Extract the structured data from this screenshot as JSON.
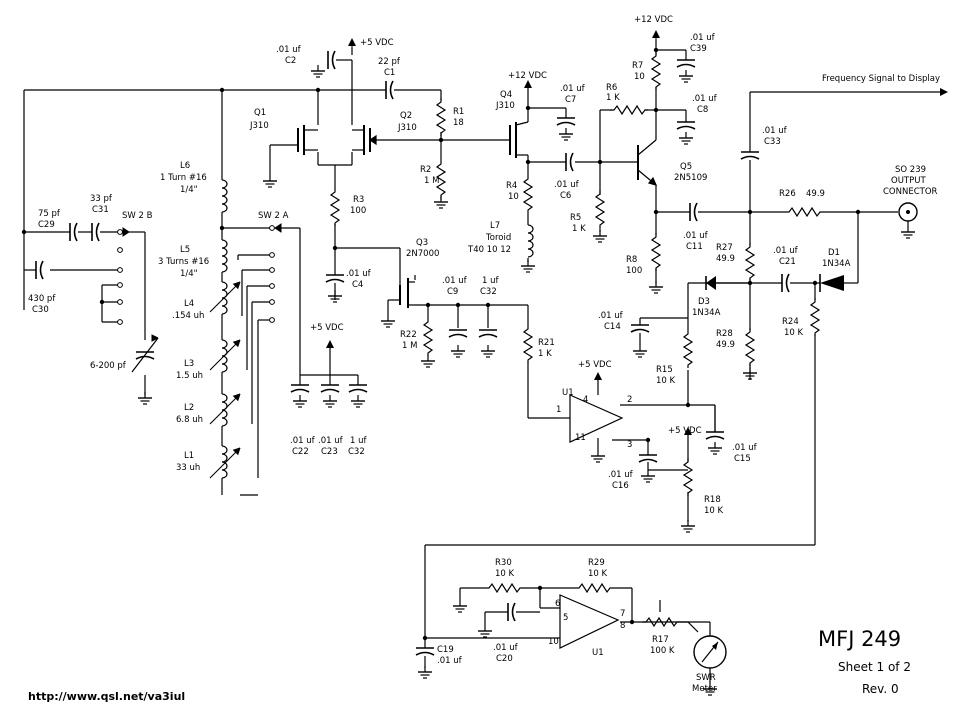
{
  "supplies": {
    "p5_top": "+5 VDC",
    "p12_q4": "+12 VDC",
    "p12_top": "+12 VDC",
    "p5_lower": "+5 VDC",
    "p5_u1": "+5 VDC",
    "p5_r16": "+5 VDC"
  },
  "output": {
    "signal": "Frequency Signal to Display",
    "conn1": "SO 239",
    "conn2": "OUTPUT",
    "conn3": "CONNECTOR"
  },
  "caps": {
    "c2": {
      "v": ".01 uf",
      "r": "C2"
    },
    "c1": {
      "v": "22 pf",
      "r": "C1"
    },
    "c7": {
      "v": ".01 uf",
      "r": "C7"
    },
    "c39": {
      "v": ".01 uf",
      "r": "C39"
    },
    "c8": {
      "v": ".01 uf",
      "r": "C8"
    },
    "c6": {
      "v": ".01 uf",
      "r": "C6"
    },
    "c33": {
      "v": ".01 uf",
      "r": "C33"
    },
    "c11": {
      "v": ".01 uf",
      "r": "C11"
    },
    "c21": {
      "v": ".01 uf",
      "r": "C21"
    },
    "c14": {
      "v": ".01 uf",
      "r": "C14"
    },
    "c4": {
      "v": ".01 uf",
      "r": "C4"
    },
    "c9": {
      "v": ".01 uf",
      "r": "C9"
    },
    "c32b": {
      "v": "1 uf",
      "r": "C32"
    },
    "c29": {
      "v": "75 pf",
      "r": "C29"
    },
    "c31": {
      "v": "33 pf",
      "r": "C31"
    },
    "c30": {
      "v": "430 pf",
      "r": "C30"
    },
    "var": {
      "v": "6-200 pf"
    },
    "c22": {
      "v": ".01 uf",
      "r": "C22"
    },
    "c23": {
      "v": ".01 uf",
      "r": "C23"
    },
    "c32": {
      "v": "1 uf",
      "r": "C32"
    },
    "c16": {
      "v": ".01 uf",
      "r": "C16"
    },
    "c15": {
      "v": ".01 uf",
      "r": "C15"
    },
    "c19": {
      "v": ".01 uf",
      "r": "C19"
    },
    "c20": {
      "v": ".01 uf",
      "r": "C20"
    }
  },
  "res": {
    "r1": {
      "r": "R1",
      "v": "18"
    },
    "r2": {
      "r": "R2",
      "v": "1 M"
    },
    "r3": {
      "r": "R3",
      "v": "100"
    },
    "r7": {
      "r": "R7",
      "v": "10"
    },
    "r6": {
      "r": "R6",
      "v": "1 K"
    },
    "r4": {
      "r": "R4",
      "v": "10"
    },
    "r5": {
      "r": "R5",
      "v": "1 K"
    },
    "r8": {
      "r": "R8",
      "v": "100"
    },
    "r26": {
      "r": "R26",
      "v": "49.9"
    },
    "r27": {
      "r": "R27",
      "v": "49.9"
    },
    "r28": {
      "r": "R28",
      "v": "49.9"
    },
    "r24": {
      "r": "R24",
      "v": "10 K"
    },
    "r22": {
      "r": "R22",
      "v": "1 M"
    },
    "r21": {
      "r": "R21",
      "v": "1 K"
    },
    "r15": {
      "r": "R15",
      "v": "10 K"
    },
    "r18": {
      "r": "R18",
      "v": "10 K"
    },
    "r30": {
      "r": "R30",
      "v": "10 K"
    },
    "r29": {
      "r": "R29",
      "v": "10 K"
    },
    "r17": {
      "r": "R17",
      "v": "100 K"
    }
  },
  "semis": {
    "q1": {
      "r": "Q1",
      "v": "J310"
    },
    "q2": {
      "r": "Q2",
      "v": "J310"
    },
    "q4": {
      "r": "Q4",
      "v": "J310"
    },
    "q5": {
      "r": "Q5",
      "v": "2N5109"
    },
    "q3": {
      "r": "Q3",
      "v": "2N7000"
    },
    "d1": {
      "r": "D1",
      "v": "1N34A"
    },
    "d3": {
      "r": "D3",
      "v": "1N34A"
    },
    "u1": "U1",
    "u1b": "U1"
  },
  "coils": {
    "l6": {
      "r": "L6",
      "a": "1 Turn #16",
      "b": "1/4\""
    },
    "l5": {
      "r": "L5",
      "a": "3 Turns #16",
      "b": "1/4\""
    },
    "l4": {
      "r": "L4",
      "v": ".154 uh"
    },
    "l3": {
      "r": "L3",
      "v": "1.5 uh"
    },
    "l2": {
      "r": "L2",
      "v": "6.8 uh"
    },
    "l1": {
      "r": "L1",
      "v": "33 uh"
    },
    "l7": {
      "r": "L7",
      "a": "Toroid",
      "b": "T40 10 12"
    }
  },
  "switches": {
    "sw2b": "SW 2   B",
    "sw2a": "SW 2   A"
  },
  "pins": {
    "p1": "1",
    "p2": "2",
    "p3": "3",
    "p4": "4",
    "p11": "11",
    "p5": "5",
    "p6": "6",
    "p7": "7",
    "p8": "8",
    "p10": "10"
  },
  "meter": {
    "a": "SWR",
    "b": "Meter"
  },
  "title": {
    "name": "MFJ 249",
    "sheet": "Sheet 1 of 2",
    "rev": "Rev. 0"
  },
  "url": "http://www.qsl.net/va3iul"
}
